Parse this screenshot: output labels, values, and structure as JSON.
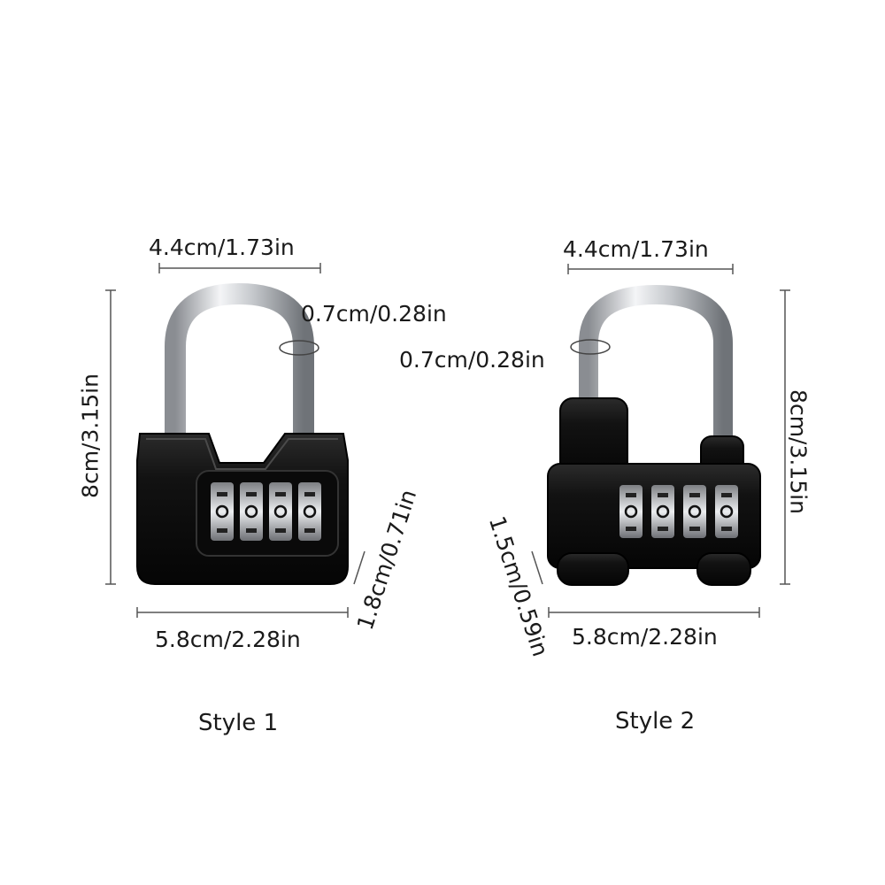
{
  "style1": {
    "name": "Style 1",
    "width": "4.4cm/1.73in",
    "shackle_thickness": "0.7cm/0.28in",
    "height": "8cm/3.15in",
    "body_width": "5.8cm/2.28in",
    "body_depth": "1.8cm/0.71in"
  },
  "style2": {
    "name": "Style 2",
    "width": "4.4cm/1.73in",
    "shackle_thickness": "0.7cm/0.28in",
    "height": "8cm/3.15in",
    "body_width": "5.8cm/2.28in",
    "body_depth": "1.5cm/0.59in"
  },
  "colors": {
    "lock_body": "#111111",
    "shackle": "#c9ccd0",
    "dimension_line": "#555555"
  }
}
